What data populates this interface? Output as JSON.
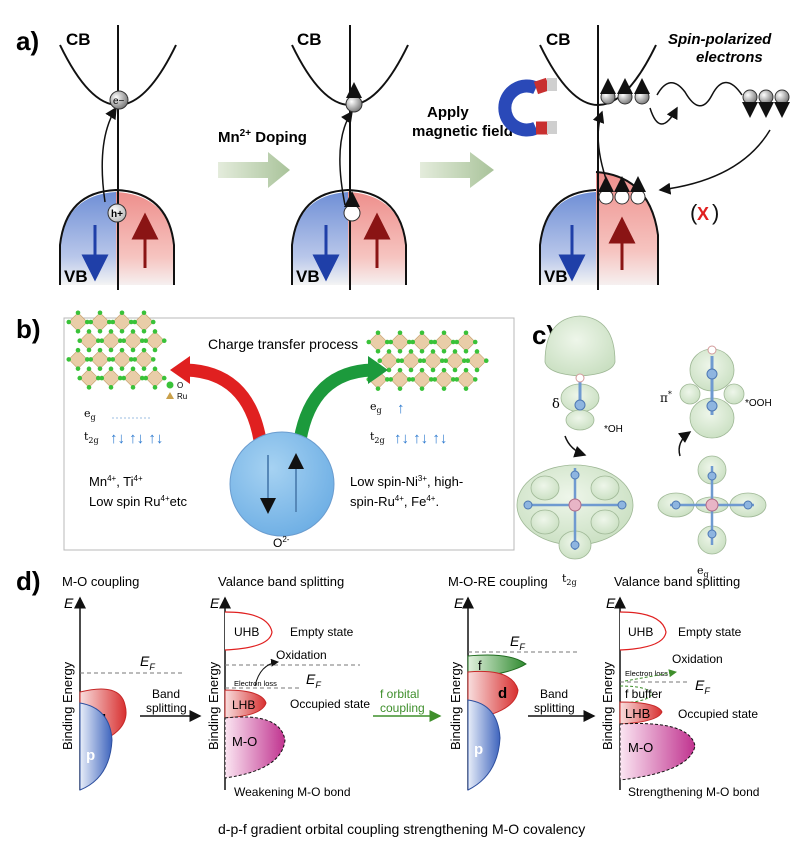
{
  "panel_a": {
    "letter": "a)",
    "cb": "CB",
    "vb": "VB",
    "electron": "e−",
    "hole": "h+",
    "doping_label": "Mn2+ Doping",
    "doping_main": "Mn",
    "doping_sup": "2+",
    "doping_rest": " Doping",
    "magnet_line1": "Apply",
    "magnet_line2": "magnetic field",
    "spin_line1": "Spin-polarized",
    "spin_line2": "electrons",
    "cross": "X"
  },
  "panel_b": {
    "letter": "b)",
    "title": "Charge transfer process",
    "legend_o": "O",
    "legend_ru": "Ru",
    "eg": "eg",
    "t2g": "t2g",
    "left_line1": "Mn4+,  Ti4+",
    "left_line2": "Low spin Ru4+etc",
    "right_line1": "Low spin-Ni3+,  high-",
    "right_line2": "spin-Ru4+,   Fe4+.",
    "center_label": "O2-"
  },
  "panel_c": {
    "letter": "c)",
    "delta": "δ",
    "pi": "π*",
    "oh": "*OH",
    "ooh": "*OOH",
    "t2g": "t2g",
    "eg": "eg"
  },
  "panel_d": {
    "letter": "d)",
    "heading1": "M-O coupling",
    "heading2": "Valance band splitting",
    "heading3": "M-O-RE coupling",
    "heading4": "Valance band splitting",
    "axis_e": "E",
    "axis_binding": "Binding Energy",
    "ef": "EF",
    "label_d": "d",
    "label_p": "p",
    "label_f": "f",
    "uhb": "UHB",
    "lhb": "LHB",
    "mo": "M-O",
    "empty_state": "Empty state",
    "occupied_state": "Occupied state",
    "oxidation": "Oxidation",
    "electron_loss": "Electron loss",
    "f_buffer": "f buffer",
    "band_line1": "Band",
    "band_line2": "splitting",
    "forb_line1": "f orbital",
    "forb_line2": "coupling",
    "weakening": "Weakening  M-O bond",
    "strengthening": "Strengthening  M-O bond",
    "caption": "d-p-f gradient orbital coupling strengthening M-O covalency"
  },
  "colors": {
    "vb_blue": "#8fa8dd",
    "vb_red": "#f0a3a1",
    "arrow_green": "#bfd3b0",
    "circle_blue": "#8fc3ec",
    "green_text": "#3f8f2c",
    "d_red": "#e04848",
    "f_green": "#3c9a3c",
    "p_blue": "#4c6fc0"
  }
}
